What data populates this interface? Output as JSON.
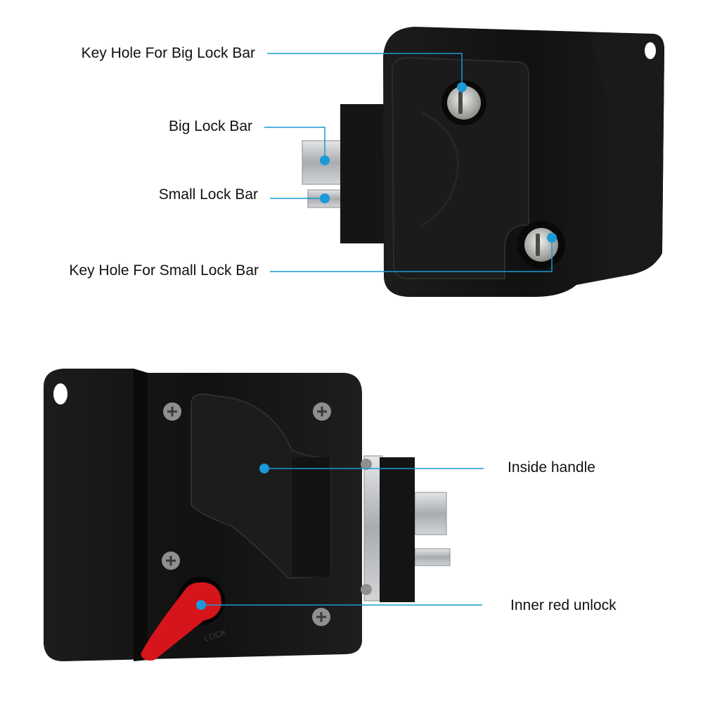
{
  "colors": {
    "leader": "#1a9ad6",
    "lock_body": "#0f0f0f",
    "red_lever": "#d6141b",
    "steel": "#c4c6c8"
  },
  "top_view": {
    "callouts": [
      {
        "id": "key-hole-big",
        "text": "Key Hole For Big Lock Bar"
      },
      {
        "id": "big-lock-bar",
        "text": "Big Lock Bar"
      },
      {
        "id": "small-lock-bar",
        "text": "Small Lock Bar"
      },
      {
        "id": "key-hole-small",
        "text": "Key Hole For Small Lock Bar"
      }
    ]
  },
  "bottom_view": {
    "callouts": [
      {
        "id": "inside-handle",
        "text": "Inside handle"
      },
      {
        "id": "inner-red-unlock",
        "text": "Inner red unlock"
      }
    ],
    "lever_engraving": "LOCK"
  }
}
